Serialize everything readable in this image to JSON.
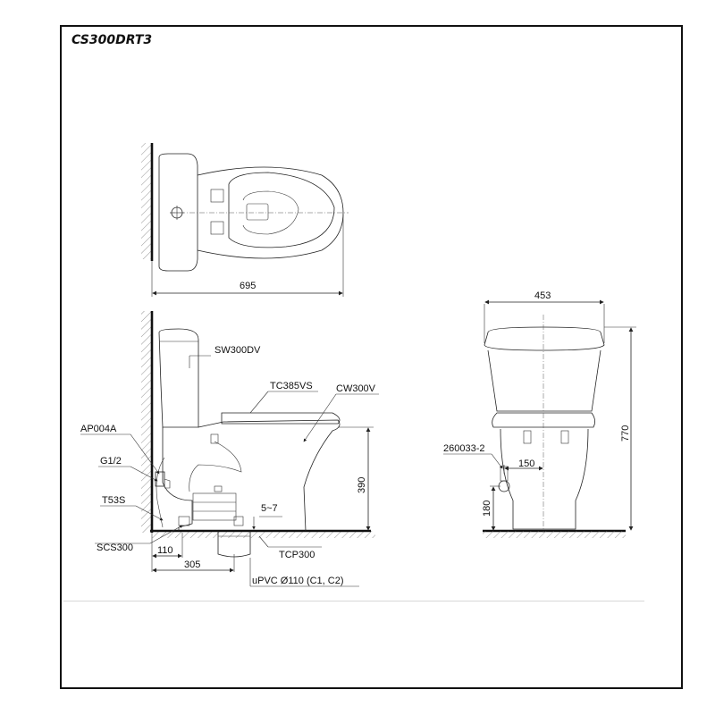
{
  "title": "CS300DRT3",
  "dimensions": {
    "top_length": "695",
    "width": "453",
    "bowl_height": "390",
    "total_height": "770",
    "wall_gap": "110",
    "rough_in": "305",
    "gap_5_7": "5~7",
    "supply_offset": "150",
    "supply_height": "180"
  },
  "parts": {
    "tank_lid": "SW300DV",
    "seat": "TC385VS",
    "bowl": "CW300V",
    "angle_valve": "AP004A",
    "thread": "G1/2",
    "hose": "T53S",
    "screws": "SCS300",
    "flange": "TCP300",
    "pipe": "uPVC Ø110 (C1, C2)",
    "valve_front": "260033-2"
  }
}
